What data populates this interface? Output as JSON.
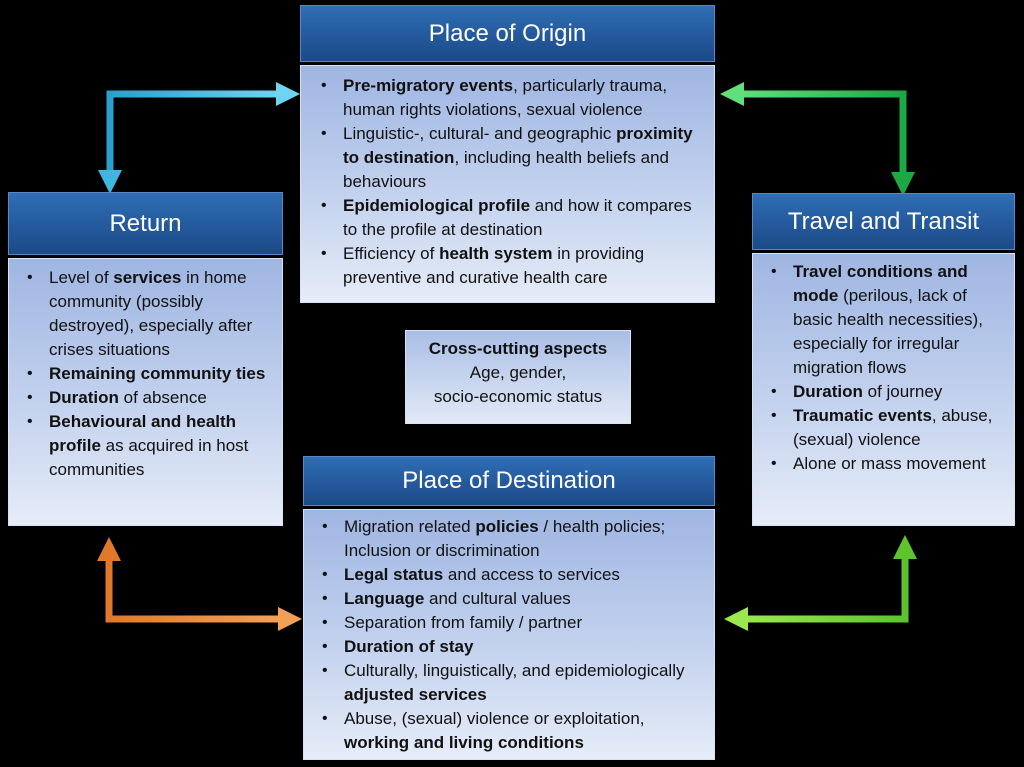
{
  "origin": {
    "title": "Place of Origin",
    "items": [
      [
        {
          "t": "Pre-migratory events",
          "b": true
        },
        {
          "t": ", particularly trauma, human rights violations, sexual violence",
          "b": false
        }
      ],
      [
        {
          "t": "Linguistic-, cultural- and geographic ",
          "b": false
        },
        {
          "t": "proximity to destination",
          "b": true
        },
        {
          "t": ", including health beliefs and behaviours",
          "b": false
        }
      ],
      [
        {
          "t": "Epidemiological profile",
          "b": true
        },
        {
          "t": " and how it compares to the profile at destination",
          "b": false
        }
      ],
      [
        {
          "t": "Efficiency of ",
          "b": false
        },
        {
          "t": "health system",
          "b": true
        },
        {
          "t": " in providing preventive and curative health care",
          "b": false
        }
      ]
    ]
  },
  "return": {
    "title": "Return",
    "items": [
      [
        {
          "t": "Level of ",
          "b": false
        },
        {
          "t": "services",
          "b": true
        },
        {
          "t": " in home community  (possibly destroyed), especially after crises situations",
          "b": false
        }
      ],
      [
        {
          "t": "Remaining community ties",
          "b": true
        }
      ],
      [
        {
          "t": "Duration",
          "b": true
        },
        {
          "t": " of absence",
          "b": false
        }
      ],
      [
        {
          "t": "Behavioural and health profile",
          "b": true
        },
        {
          "t": " as acquired in host communities",
          "b": false
        }
      ]
    ]
  },
  "transit": {
    "title": "Travel and Transit",
    "items": [
      [
        {
          "t": "Travel conditions and mode",
          "b": true
        },
        {
          "t": " (perilous, lack of basic health necessities), especially for irregular migration flows",
          "b": false
        }
      ],
      [
        {
          "t": "Duration",
          "b": true
        },
        {
          "t": " of journey",
          "b": false
        }
      ],
      [
        {
          "t": "Traumatic events",
          "b": true
        },
        {
          "t": ", abuse, (sexual) violence",
          "b": false
        }
      ],
      [
        {
          "t": "Alone or mass movement",
          "b": false
        }
      ]
    ]
  },
  "destination": {
    "title": "Place of Destination",
    "items": [
      [
        {
          "t": "Migration related ",
          "b": false
        },
        {
          "t": "policies",
          "b": true
        },
        {
          "t": " / health policies; Inclusion or discrimination",
          "b": false
        }
      ],
      [
        {
          "t": "Legal status",
          "b": true
        },
        {
          "t": " and access to services",
          "b": false
        }
      ],
      [
        {
          "t": "Language",
          "b": true
        },
        {
          "t": " and cultural values",
          "b": false
        }
      ],
      [
        {
          "t": "Separation from family / partner",
          "b": false
        }
      ],
      [
        {
          "t": "Duration of stay",
          "b": true
        }
      ],
      [
        {
          "t": "Culturally, linguistically, and epidemiologically ",
          "b": false
        },
        {
          "t": "adjusted services",
          "b": true
        }
      ],
      [
        {
          "t": "Abuse, (sexual) violence or exploitation, ",
          "b": false
        },
        {
          "t": "working and living conditions",
          "b": true
        }
      ]
    ]
  },
  "cross": {
    "title": "Cross-cutting aspects",
    "line1": "Age, gender,",
    "line2": "socio-economic status"
  },
  "colors": {
    "arrow_return_origin": "#3fb6e0",
    "arrow_origin_transit": "#33c25a",
    "arrow_transit_destination": "#7fd63a",
    "arrow_destination_return": "#e8893a"
  }
}
